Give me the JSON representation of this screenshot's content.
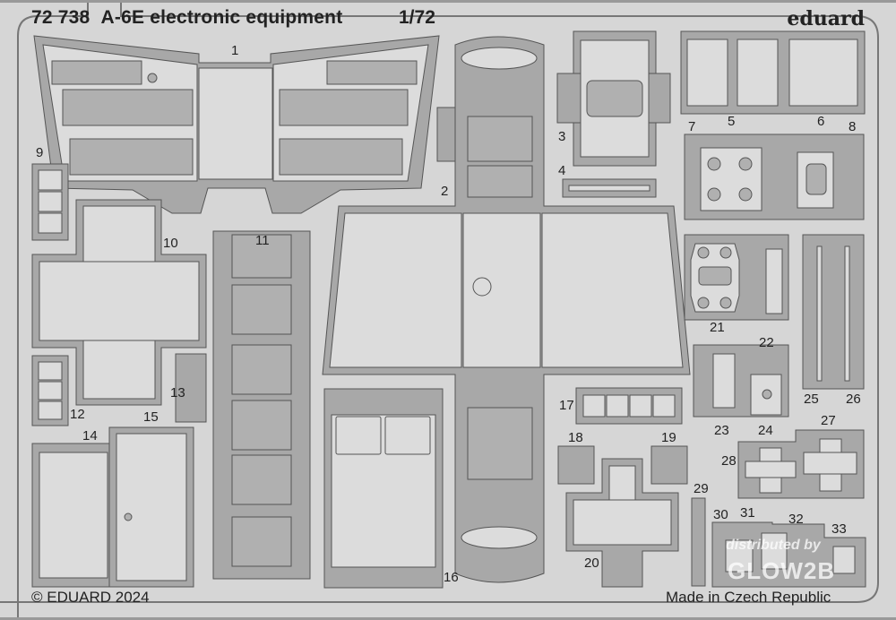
{
  "header": {
    "product_code": "72 738",
    "title": "A-6E electronic equipment",
    "scale": "1/72",
    "brand": "eduard"
  },
  "footer": {
    "copyright": "© EDUARD 2024",
    "origin": "Made in Czech Republic"
  },
  "watermark": {
    "line1": "distributed by",
    "line2": "GLOW2B"
  },
  "colors": {
    "background": "#d6d6d6",
    "fret": "#a8a8a8",
    "part": "#dcdcdc",
    "etched": "#b0b0b0",
    "outline": "#555555"
  },
  "parts": [
    {
      "num": "1"
    },
    {
      "num": "2"
    },
    {
      "num": "3"
    },
    {
      "num": "4"
    },
    {
      "num": "5"
    },
    {
      "num": "6"
    },
    {
      "num": "7"
    },
    {
      "num": "8"
    },
    {
      "num": "9"
    },
    {
      "num": "10"
    },
    {
      "num": "11"
    },
    {
      "num": "12"
    },
    {
      "num": "13"
    },
    {
      "num": "14"
    },
    {
      "num": "15"
    },
    {
      "num": "16"
    },
    {
      "num": "17"
    },
    {
      "num": "18"
    },
    {
      "num": "19"
    },
    {
      "num": "20"
    },
    {
      "num": "21"
    },
    {
      "num": "22"
    },
    {
      "num": "23"
    },
    {
      "num": "24"
    },
    {
      "num": "25"
    },
    {
      "num": "26"
    },
    {
      "num": "27"
    },
    {
      "num": "28"
    },
    {
      "num": "29"
    },
    {
      "num": "30"
    },
    {
      "num": "31"
    },
    {
      "num": "32"
    },
    {
      "num": "33"
    }
  ]
}
